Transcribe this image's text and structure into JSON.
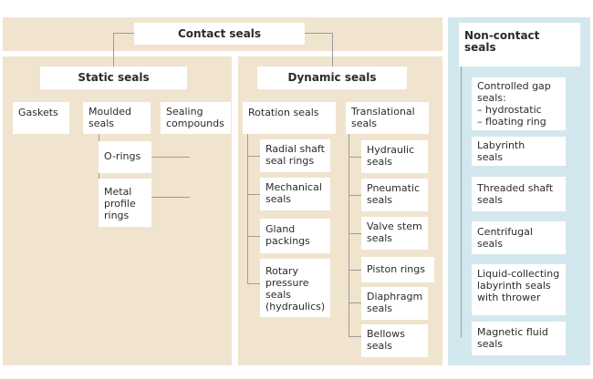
{
  "contact": {
    "title": "Contact seals",
    "static": {
      "title": "Static seals",
      "gaskets": "Gaskets",
      "moulded": "Moulded\nseals",
      "sealing": "Sealing\ncompounds",
      "moulded_children": [
        "O-rings",
        "Metal\nprofile\nrings"
      ]
    },
    "dynamic": {
      "title": "Dynamic seals",
      "rotation": {
        "title": "Rotation seals",
        "items": [
          "Radial shaft\nseal rings",
          "Mechanical\nseals",
          "Gland\npackings",
          "Rotary\npressure\nseals\n(hydraulics)"
        ]
      },
      "translational": {
        "title": "Translational\nseals",
        "items": [
          "Hydraulic\nseals",
          "Pneumatic\nseals",
          "Valve stem\nseals",
          "Piston rings",
          "Diaphragm\nseals",
          "Bellows\nseals"
        ]
      }
    }
  },
  "non_contact": {
    "title": "Non-contact seals",
    "items": [
      "Controlled gap\nseals:\n– hydrostatic\n– floating ring",
      "Labyrinth\nseals",
      "Threaded shaft\nseals",
      "Centrifugal\nseals",
      "Liquid-collecting\nlabyrinth seals\nwith thrower",
      "Magnetic fluid\nseals"
    ]
  }
}
